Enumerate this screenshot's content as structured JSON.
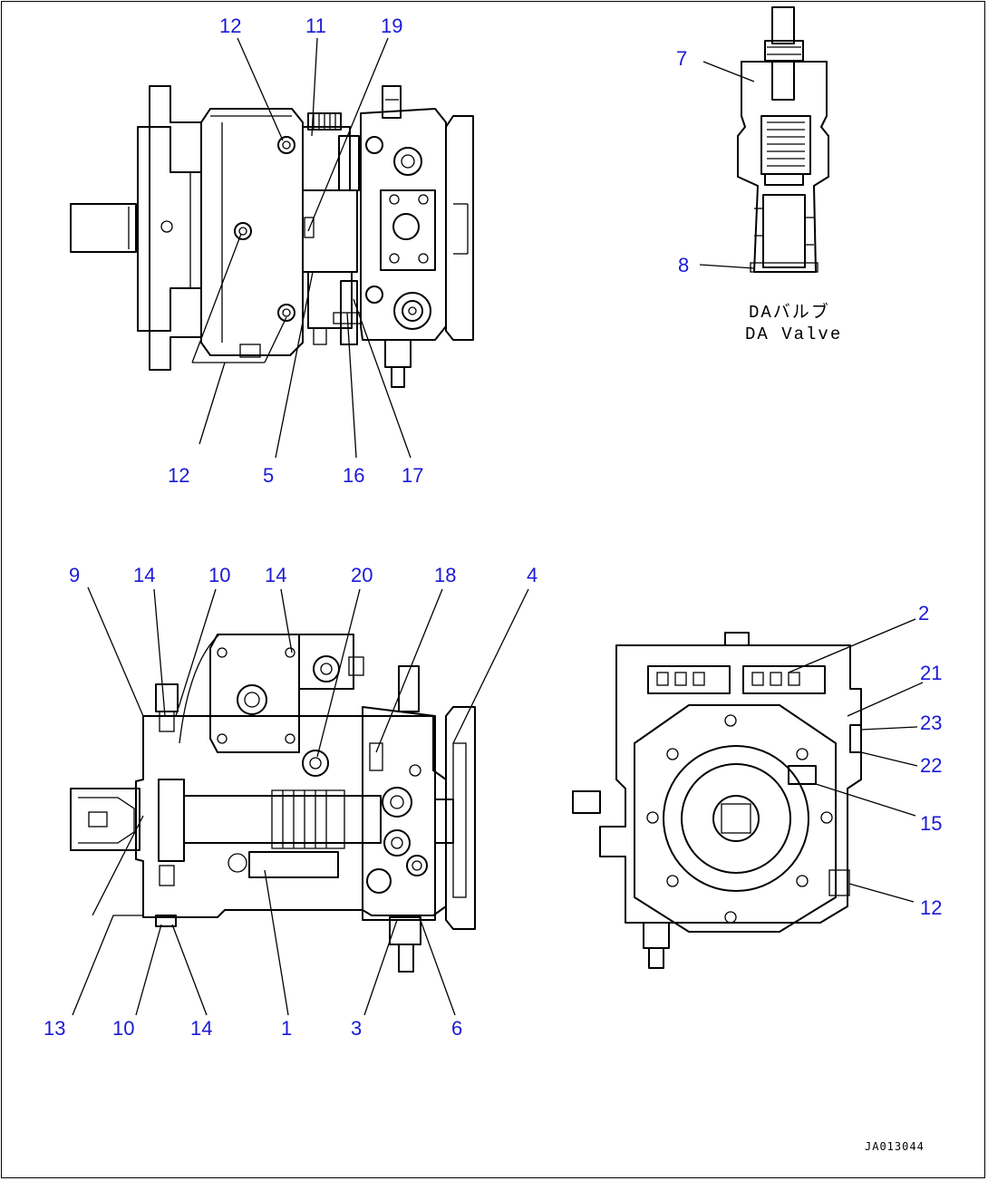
{
  "drawing": {
    "doc_id": "JA013044",
    "valve_caption_jp": "DAバルブ",
    "valve_caption_en": "DA Valve"
  },
  "callouts": {
    "top_view": {
      "c12a": "12",
      "c11": "11",
      "c19": "19",
      "c12b": "12",
      "c5": "5",
      "c16": "16",
      "c17": "17"
    },
    "valve_detail": {
      "c7": "7",
      "c8": "8"
    },
    "side_section": {
      "c9": "9",
      "c14a": "14",
      "c10a": "10",
      "c14b": "14",
      "c20": "20",
      "c18": "18",
      "c4": "4",
      "c13": "13",
      "c10b": "10",
      "c14c": "14",
      "c1": "1",
      "c3": "3",
      "c6": "6"
    },
    "end_view": {
      "c2": "2",
      "c21": "21",
      "c23": "23",
      "c22": "22",
      "c15": "15",
      "c12": "12"
    }
  },
  "colors": {
    "callout": "#1a1ad6",
    "ink": "#000000",
    "background": "#ffffff"
  }
}
